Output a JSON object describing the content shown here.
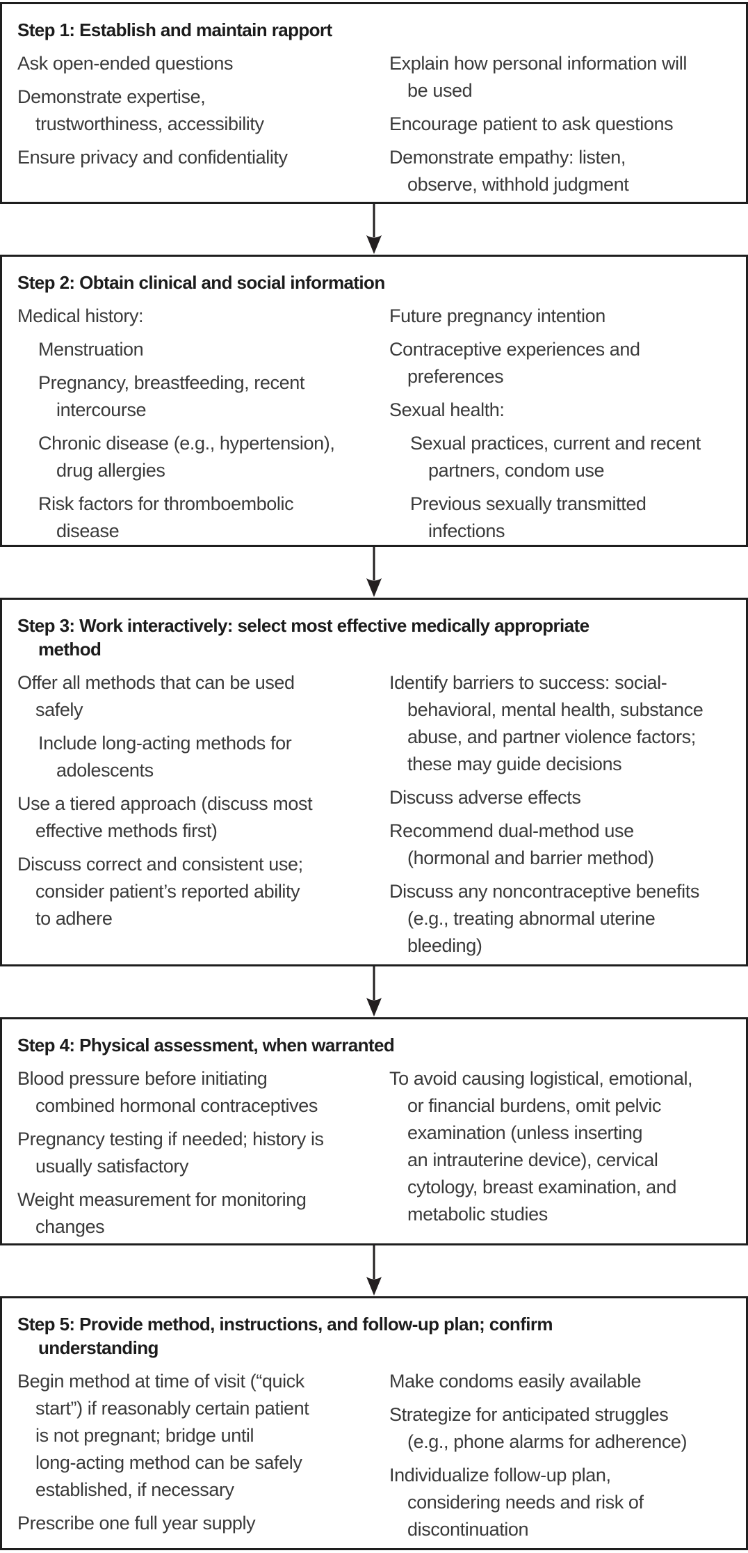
{
  "colors": {
    "border": "#1e1e1e",
    "arrow": "#231f20",
    "title_text": "#1c1c1c",
    "body_text": "#3a3a3a",
    "background": "#ffffff"
  },
  "steps": [
    {
      "title": "Step 1: Establish and maintain rapport",
      "left": [
        {
          "text": "Ask open-ended questions",
          "indent": 0
        },
        {
          "text": "Demonstrate expertise,\ntrustworthiness, accessibility",
          "indent": 0
        },
        {
          "text": "Ensure privacy and confidentiality",
          "indent": 0
        }
      ],
      "right": [
        {
          "text": "Explain how personal information will\nbe used",
          "indent": 0
        },
        {
          "text": "Encourage patient to ask questions",
          "indent": 0
        },
        {
          "text": "Demonstrate empathy: listen,\nobserve, withhold judgment",
          "indent": 0
        }
      ]
    },
    {
      "title": "Step 2: Obtain clinical and social information",
      "left": [
        {
          "text": "Medical history:",
          "indent": 0
        },
        {
          "text": "Menstruation",
          "indent": 1
        },
        {
          "text": "Pregnancy, breastfeeding, recent\nintercourse",
          "indent": 1
        },
        {
          "text": "Chronic disease (e.g., hypertension),\ndrug allergies",
          "indent": 1
        },
        {
          "text": "Risk factors for thromboembolic\ndisease",
          "indent": 1
        }
      ],
      "right": [
        {
          "text": "Future pregnancy intention",
          "indent": 0
        },
        {
          "text": "Contraceptive experiences and\npreferences",
          "indent": 0
        },
        {
          "text": "Sexual health:",
          "indent": 0
        },
        {
          "text": "Sexual practices, current and recent\npartners, condom use",
          "indent": 1
        },
        {
          "text": "Previous sexually transmitted\ninfections",
          "indent": 1
        }
      ]
    },
    {
      "title": "Step 3: Work interactively: select most effective medically appropriate\nmethod",
      "left": [
        {
          "text": "Offer all methods that can be used\nsafely",
          "indent": 0
        },
        {
          "text": "Include long-acting methods for\nadolescents",
          "indent": 1
        },
        {
          "text": "Use a tiered approach (discuss most\neffective methods first)",
          "indent": 0
        },
        {
          "text": "Discuss correct and consistent use;\nconsider patient’s reported ability\nto adhere",
          "indent": 0
        }
      ],
      "right": [
        {
          "text": "Identify barriers to success: social-\nbehavioral, mental health, substance\nabuse, and partner violence factors;\nthese may guide decisions",
          "indent": 0
        },
        {
          "text": "Discuss adverse effects",
          "indent": 0
        },
        {
          "text": "Recommend dual-method use\n(hormonal and barrier method)",
          "indent": 0
        },
        {
          "text": "Discuss any noncontraceptive benefits\n(e.g., treating abnormal uterine\nbleeding)",
          "indent": 0
        }
      ]
    },
    {
      "title": "Step 4: Physical assessment, when warranted",
      "left": [
        {
          "text": "Blood pressure before initiating\ncombined hormonal contraceptives",
          "indent": 0
        },
        {
          "text": "Pregnancy testing if needed; history is\nusually satisfactory",
          "indent": 0
        },
        {
          "text": "Weight measurement for monitoring\nchanges",
          "indent": 0
        }
      ],
      "right": [
        {
          "text": "To avoid causing logistical, emotional,\nor financial burdens, omit pelvic\nexamination (unless inserting\nan intrauterine device), cervical\ncytology, breast examination, and\nmetabolic studies",
          "indent": 0
        }
      ]
    },
    {
      "title": "Step 5: Provide method, instructions, and follow-up plan; confirm\nunderstanding",
      "left": [
        {
          "text": "Begin method at time of visit (“quick\nstart”) if reasonably certain patient\nis not pregnant; bridge until\nlong-acting method can be safely\nestablished, if necessary",
          "indent": 0
        },
        {
          "text": "Prescribe one full year supply",
          "indent": 0
        }
      ],
      "right": [
        {
          "text": "Make condoms easily available",
          "indent": 0
        },
        {
          "text": "Strategize for anticipated struggles\n(e.g., phone alarms for adherence)",
          "indent": 0
        },
        {
          "text": "Individualize follow-up plan,\nconsidering needs and risk of\ndiscontinuation",
          "indent": 0
        }
      ]
    }
  ]
}
